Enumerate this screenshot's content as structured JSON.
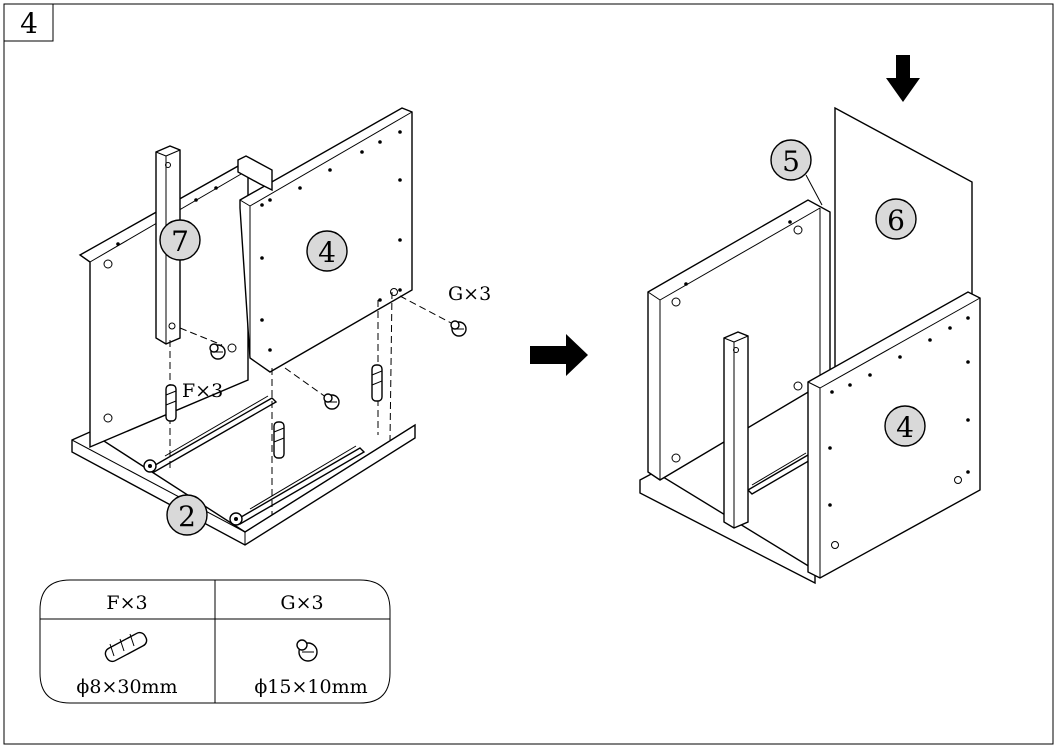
{
  "step": {
    "number": "4"
  },
  "callouts": {
    "part_7": "7",
    "part_4_left": "4",
    "part_2": "2",
    "part_5": "5",
    "part_6": "6",
    "part_4_right": "4"
  },
  "labels": {
    "g_count": "G×3",
    "f_count": "F×3"
  },
  "hardware_table": {
    "items": [
      {
        "header": "F×3",
        "size": "ϕ8×30mm",
        "icon": "wood-dowel-icon"
      },
      {
        "header": "G×3",
        "size": "ϕ15×10mm",
        "icon": "cam-lock-icon"
      }
    ]
  },
  "icons": {
    "flow_arrow": "right-arrow-icon",
    "insert_arrow": "down-arrow-icon"
  }
}
